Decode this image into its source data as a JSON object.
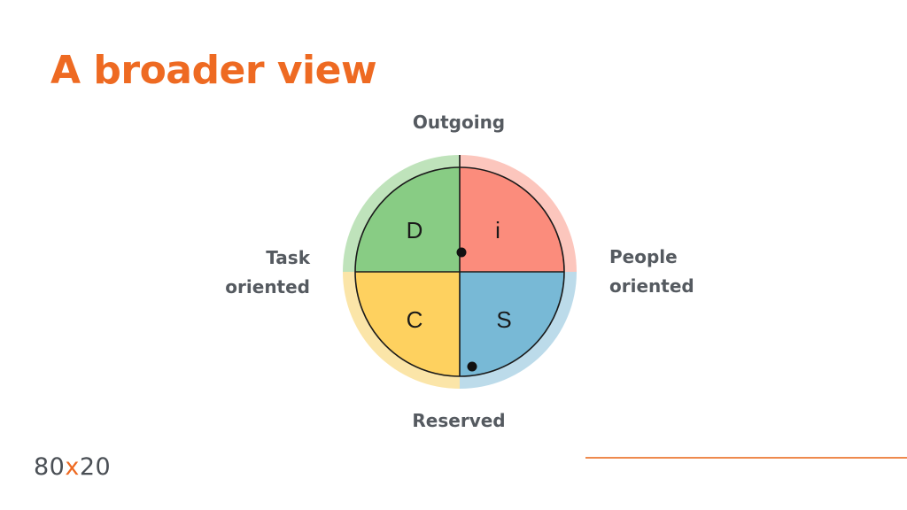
{
  "slide": {
    "title": "A broader view"
  },
  "axes": {
    "top": "Outgoing",
    "bottom": "Reserved",
    "left": [
      "Task",
      "oriented"
    ],
    "right": [
      "People",
      "oriented"
    ]
  },
  "quadrants": [
    {
      "id": "d",
      "letter": "D",
      "color": "#88cc84",
      "outer": "#bfe3bb"
    },
    {
      "id": "i",
      "letter": "i",
      "color": "#fb8c7c",
      "outer": "#fcc6bd"
    },
    {
      "id": "c",
      "letter": "C",
      "color": "#fed15f",
      "outer": "#fbe5a8"
    },
    {
      "id": "s",
      "letter": "S",
      "color": "#78b9d6",
      "outer": "#bcdbea"
    }
  ],
  "logo": {
    "pre": "80",
    "x": "x",
    "post": "20"
  }
}
